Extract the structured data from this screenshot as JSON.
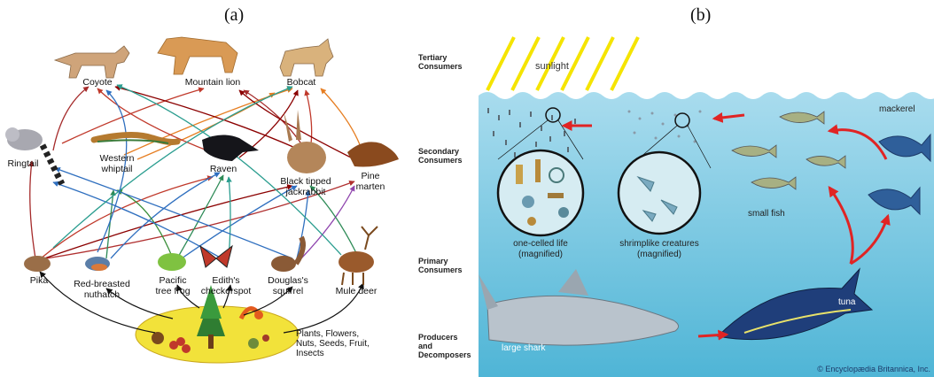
{
  "panel_labels": [
    "(a)",
    "(b)"
  ],
  "food_web": {
    "levels": {
      "tertiary": [
        "Tertiary",
        "Consumers"
      ],
      "secondary": [
        "Secondary",
        "Consumers"
      ],
      "primary": [
        "Primary",
        "Consumers"
      ],
      "producers": [
        "Producers",
        "and",
        "Decomposers"
      ]
    },
    "organisms": {
      "coyote": "Coyote",
      "mountain_lion": "Mountain lion",
      "bobcat": "Bobcat",
      "ringtail": "Ringtail",
      "western_whiptail": [
        "Western",
        "whiptail"
      ],
      "raven": "Raven",
      "jackrabbit": [
        "Black tipped",
        "jackrabbit"
      ],
      "pine_marten": [
        "Pine",
        "marten"
      ],
      "pika": "Pika",
      "nuthatch": [
        "Red-breasted",
        "nuthatch"
      ],
      "tree_frog": [
        "Pacific",
        "tree frog"
      ],
      "checkerspot": [
        "Edith's",
        "checkerspot"
      ],
      "squirrel": [
        "Douglas's",
        "squirrel"
      ],
      "mule_deer": "Mule deer"
    },
    "producers_label": [
      "Plants, Flowers,",
      "Nuts, Seeds, Fruit,",
      "Insects"
    ]
  },
  "ocean_chain": {
    "sunlight": "sunlight",
    "one_celled": [
      "one-celled life",
      "(magnified)"
    ],
    "shrimplike": [
      "shrimplike creatures",
      "(magnified)"
    ],
    "small_fish": "small fish",
    "mackerel": "mackerel",
    "tuna": "tuna",
    "large_shark": "large shark",
    "credit": "© Encyclopædia Britannica, Inc."
  }
}
